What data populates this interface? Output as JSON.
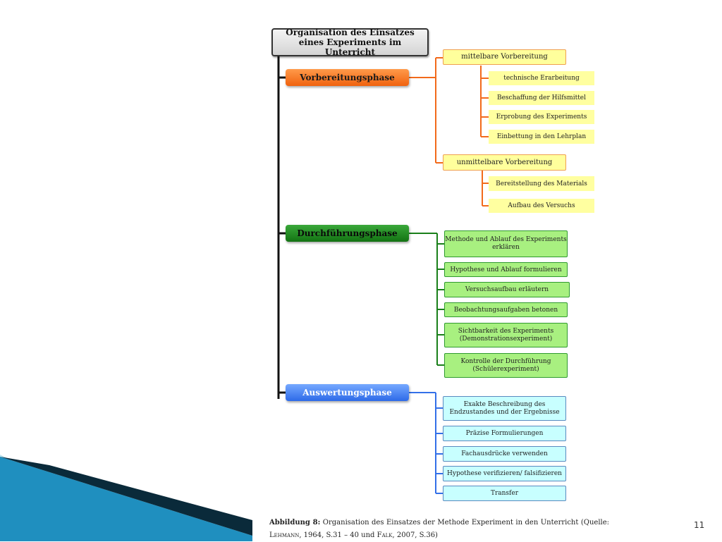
{
  "title": "Organisation des Einsatzes eines Experiments im Unterricht",
  "phases": [
    {
      "label": "Vorbereitungsphase",
      "color": "#f26a1b",
      "subgroups": [
        {
          "label": "mittelbare Vorbereitung",
          "items": [
            "technische Erarbeitung",
            "Beschaffung der Hilfsmittel",
            "Erprobung des Experiments",
            "Einbettung in den Lehrplan"
          ]
        },
        {
          "label": "unmittelbare Vorbereitung",
          "items": [
            "Bereitstellung des Materials",
            "Aufbau des Versuchs"
          ]
        }
      ]
    },
    {
      "label": "Durchführungsphase",
      "color": "#1a7f1a",
      "items": [
        "Methode und Ablauf des Experiments erklären",
        "Hypothese und Ablauf formulieren",
        "Versuchsaufbau erläutern",
        "Beobachtungsaufgaben betonen",
        "Sichtbarkeit des Experiments (Demonstrationsexperiment)",
        "Kontrolle der Durchführung (Schülerexperiment)"
      ]
    },
    {
      "label": "Auswertungsphase",
      "color": "#3370e8",
      "items": [
        "Exakte Beschreibung des Endzustandes und der Ergebnisse",
        "Präzise Formulierungen",
        "Fachausdrücke verwenden",
        "Hypothese verifizieren/ falsifizieren",
        "Transfer"
      ]
    }
  ],
  "caption": {
    "label": "Abbildung 8:",
    "text": "Organisation des Einsatzes der Methode Experiment in den Unterricht (Quelle:",
    "author1": "Lehmann",
    "ref1": ", 1964, S.31 – 40 und",
    "author2": "Falk",
    "ref2": ", 2007, S.36)"
  },
  "page_number": "11",
  "colors": {
    "root_border": "#333333",
    "spine": "#111111",
    "orange": "#f26a1b",
    "green": "#1a7f1a",
    "blue": "#3370e8",
    "deco_blue": "#1f8fbf"
  }
}
